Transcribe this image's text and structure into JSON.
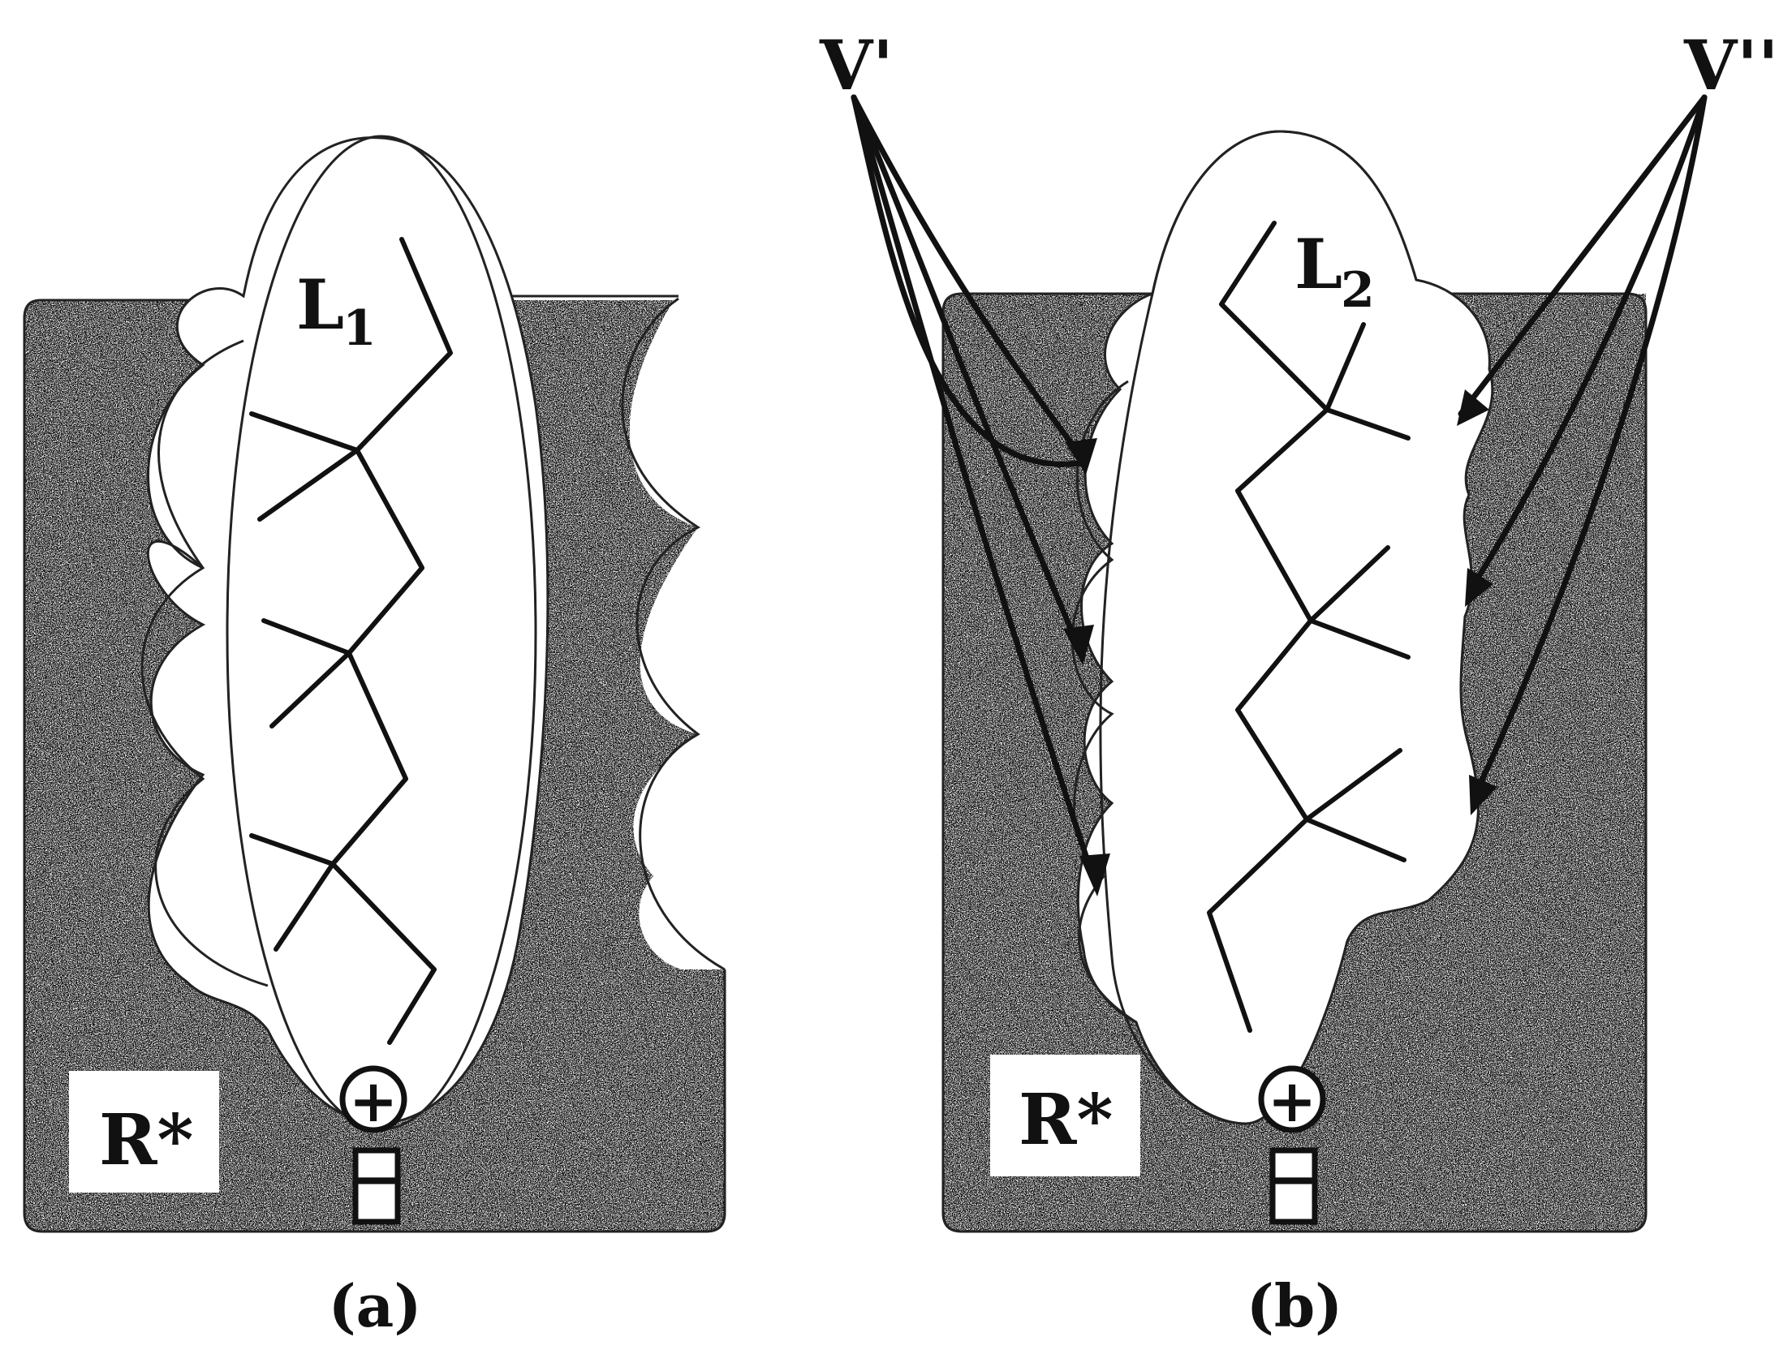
{
  "panel_a": {
    "molecule_label": "L",
    "molecule_subscript": "1",
    "receptor_label": "R*",
    "caption": "(a)",
    "plus_symbol": "+",
    "minus_symbol": "−"
  },
  "panel_b": {
    "molecule_label": "L",
    "molecule_subscript": "2",
    "receptor_label": "R*",
    "caption": "(b)",
    "plus_symbol": "+",
    "minus_symbol": "−",
    "arrow_label_left": "V'",
    "arrow_label_right": "V''"
  }
}
